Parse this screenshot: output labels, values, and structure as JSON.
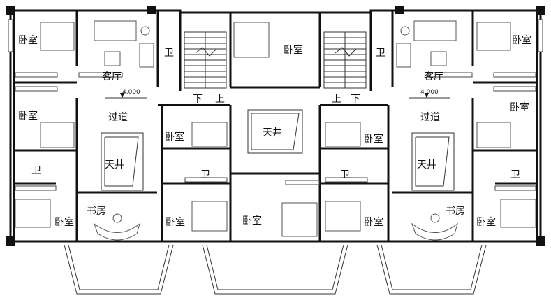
{
  "rooms": {
    "l_bed_tl": "卧室",
    "l_living": "客厅",
    "l_bath_top": "卫",
    "l_bed_ml": "卧室",
    "l_corridor": "过道",
    "l_bed_small": "卧室",
    "l_courtyard": "天井",
    "l_bath_ml": "卫",
    "l_bath_inner": "卫",
    "l_bed_bl": "卧室",
    "l_study": "书房",
    "l_bed_bc": "卧室",
    "c_bed_top": "卧室",
    "c_courtyard": "天井",
    "c_bed_bottom": "卧室",
    "r_bed_tr": "卧室",
    "r_living": "客厅",
    "r_bath_top": "卫",
    "r_bed_mr": "卧室",
    "r_corridor": "过道",
    "r_bed_small": "卧室",
    "r_courtyard": "天井",
    "r_bath_mr": "卫",
    "r_bath_inner": "卫",
    "r_bed_br": "卧室",
    "r_study": "书房",
    "r_bed_bc": "卧室"
  },
  "stairs": {
    "l_down": "下",
    "l_up": "上",
    "r_up": "上",
    "r_down": "下"
  },
  "dimensions": {
    "l_span": "4,000",
    "r_span": "4,000"
  }
}
